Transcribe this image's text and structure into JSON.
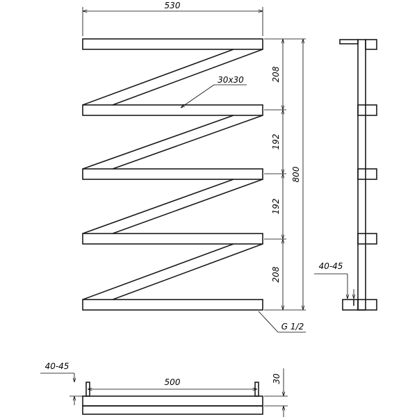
{
  "dimensions": {
    "width_top": "530",
    "spacing_1": "208",
    "spacing_2": "192",
    "spacing_3": "192",
    "spacing_4": "208",
    "height_total": "800",
    "profile": "30x30",
    "connection": "G 1/2",
    "wall_offset_side": "40-45",
    "wall_offset_bottom": "40-45",
    "center_distance": "500",
    "depth": "30"
  },
  "colors": {
    "line": "#1a1a1a",
    "background": "#ffffff"
  }
}
